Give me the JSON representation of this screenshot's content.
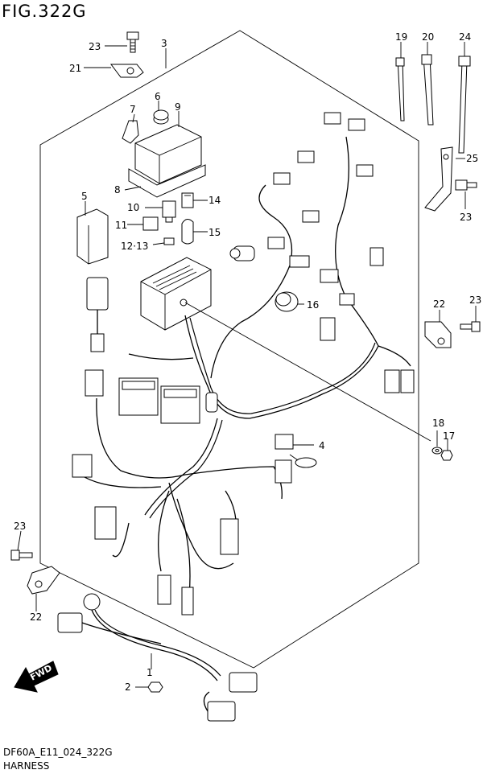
{
  "figure": {
    "title": "FIG.322G",
    "model_code": "DF60A_E11_024_322G",
    "name": "HARNESS"
  },
  "callouts": {
    "c1": "1",
    "c2": "2",
    "c3": "3",
    "c4": "4",
    "c5": "5",
    "c6": "6",
    "c7": "7",
    "c8": "8",
    "c9": "9",
    "c10": "10",
    "c11": "11",
    "c12_13": "12·13",
    "c14": "14",
    "c15": "15",
    "c16": "16",
    "c17": "17",
    "c18": "18",
    "c19": "19",
    "c20": "20",
    "c21": "21",
    "c22a": "22",
    "c22b": "22",
    "c23a": "23",
    "c23b": "23",
    "c23c": "23",
    "c23d": "23",
    "c24": "24",
    "c25": "25"
  },
  "direction_marker": {
    "label": "FWD",
    "icon": "forward-arrow-icon"
  }
}
